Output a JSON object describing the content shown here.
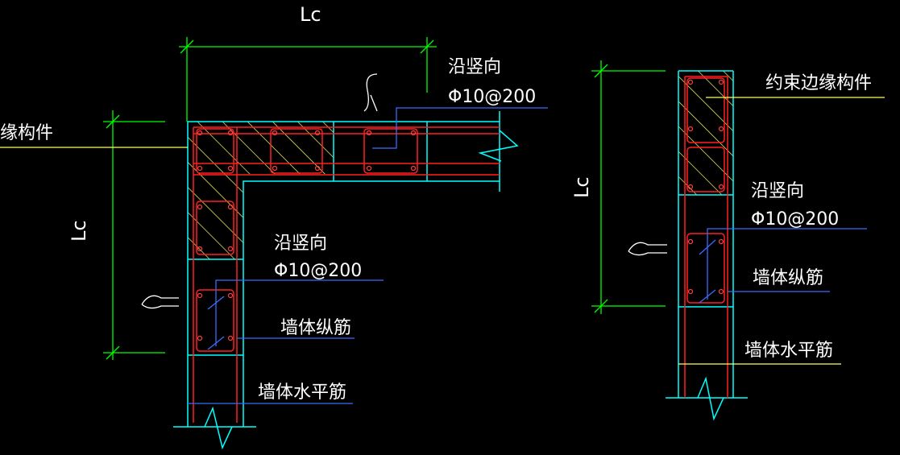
{
  "left_detail": {
    "lc_top": "Lc",
    "lc_side": "Lc",
    "edge_member": "缘构件",
    "top_vertical_bar": {
      "line1": "沿竖向",
      "line2": "Φ10@200"
    },
    "mid_vertical_bar": {
      "line1": "沿竖向",
      "line2": "Φ10@200"
    },
    "wall_longitudinal_bar": "墙体纵筋",
    "wall_horizontal_bar": "墙体水平筋"
  },
  "right_detail": {
    "lc_side": "Lc",
    "edge_member": "约束边缘构件",
    "vertical_bar": {
      "line1": "沿竖向",
      "line2": "Φ10@200"
    },
    "wall_longitudinal_bar": "墙体纵筋",
    "wall_horizontal_bar": "墙体水平筋"
  },
  "colors": {
    "background": "#000000",
    "outline": "#00ffff",
    "rebar": "#ff2020",
    "dimension": "#00ff00",
    "leader_blue": "#3a6cff",
    "leader_yellow": "#ffff60",
    "hatch": "#ffff66",
    "text": "#ffffff"
  }
}
